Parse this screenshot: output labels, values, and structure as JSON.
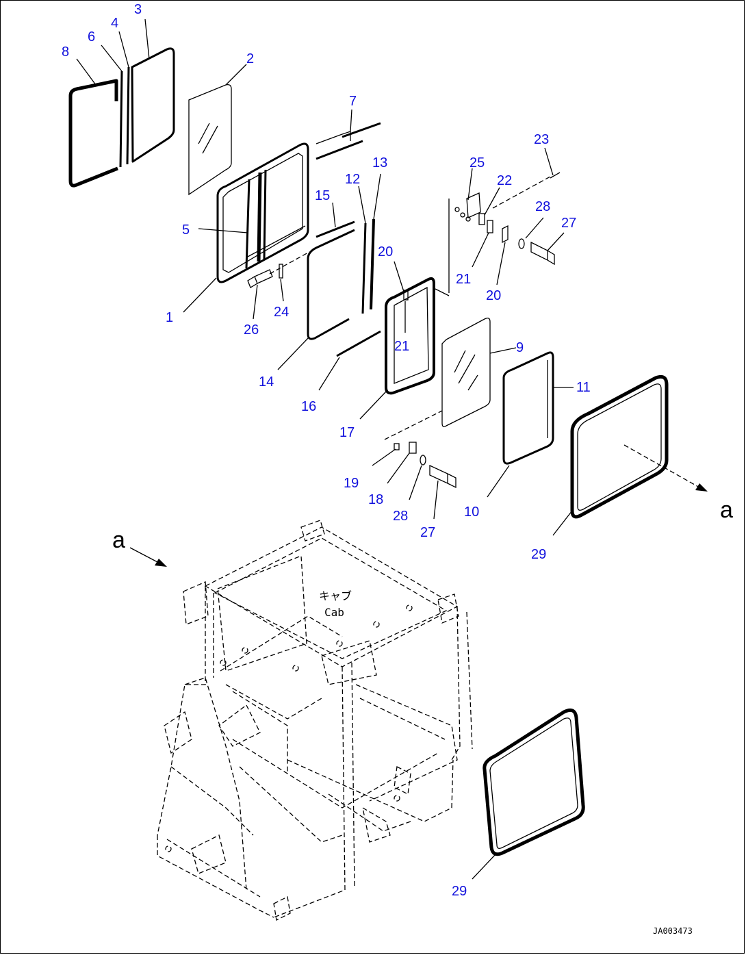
{
  "diagram": {
    "callouts": {
      "c1": "1",
      "c2": "2",
      "c3": "3",
      "c4": "4",
      "c5": "5",
      "c6": "6",
      "c7": "7",
      "c8": "8",
      "c9": "9",
      "c10": "10",
      "c11": "11",
      "c12": "12",
      "c13": "13",
      "c14": "14",
      "c15": "15",
      "c16": "16",
      "c17": "17",
      "c18": "18",
      "c19": "19",
      "c20a": "20",
      "c20b": "20",
      "c21a": "21",
      "c21b": "21",
      "c22": "22",
      "c23": "23",
      "c24": "24",
      "c25": "25",
      "c26": "26",
      "c27a": "27",
      "c27b": "27",
      "c28a": "28",
      "c28b": "28",
      "c29a": "29",
      "c29b": "29"
    },
    "view_arrow_label_out": "a",
    "view_arrow_label_in": "a",
    "cab_label_jp": "キャブ",
    "cab_label_en": "Cab",
    "drawing_number": "JA003473"
  }
}
